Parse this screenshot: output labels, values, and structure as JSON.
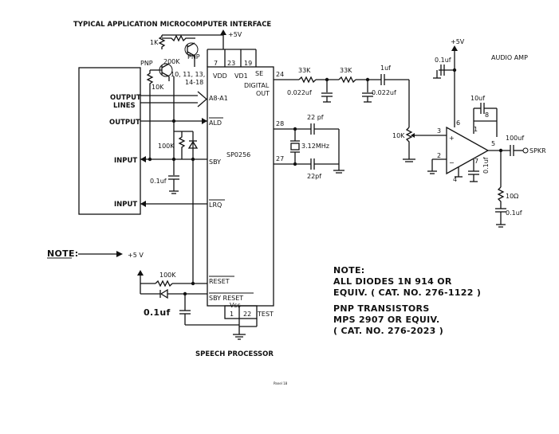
{
  "title": "TYPICAL APPLICATION MICROCOMPUTER INTERFACE",
  "supply": {
    "plus5v_top": "+5V",
    "plus5v_amp": "+5V"
  },
  "micro": {
    "output_lines": [
      "OUTPUT",
      "LINES"
    ],
    "output": "OUTPUT",
    "input1": "INPUT",
    "input2": "INPUT"
  },
  "chip": {
    "name": "SP0256",
    "pins_top": [
      "7",
      "23",
      "19"
    ],
    "pin_labels_top": [
      "VDD",
      "VD1",
      "SE"
    ],
    "pin_group": [
      "10, 11, 13,",
      "14-18"
    ],
    "a_bus": "A8-A1",
    "ald": "ALD",
    "sby": "SBY",
    "lrq": "LRQ",
    "reset": "RESET",
    "sby_reset": "SBY RESET",
    "vss": "Vss",
    "test": "TEST",
    "digital_out": [
      "DIGITAL",
      "OUT"
    ],
    "pin24": "24",
    "pin28": "28",
    "pin27": "27",
    "pin1": "1",
    "pin22": "22",
    "caption": "SPEECH PROCESSOR"
  },
  "parts": {
    "r_1k": "1K",
    "r_200k": "200K",
    "r_10k": "10K",
    "pnp1": "PNP",
    "pnp2": "PNP",
    "r_100k_a": "100K",
    "c_01_a": "0.1uf",
    "r_100k_b": "100K",
    "c_01_b": "0.1uf",
    "r_33k_1": "33K",
    "r_33k_2": "33K",
    "c_0022_1": "0.022uf",
    "c_0022_2": "0.022uf",
    "c_1uf": "1uf",
    "c_22pf_1": "22 pf",
    "c_22pf_2": "22pf",
    "xtal": "3.12MHz",
    "pot_10k": "10K"
  },
  "amp": {
    "title": "AUDIO AMP",
    "c_01": "0.1uf",
    "c_10uf": "10uf",
    "c_100uf": "100uf",
    "speaker": "SPKR",
    "r_10": "10Ω",
    "c_01_out": "0.1uf",
    "c_01_pin7": "0.1uf",
    "pins": [
      "3",
      "6",
      "1",
      "8",
      "5",
      "2",
      "4",
      "7"
    ],
    "plus": "+",
    "minus": "−"
  },
  "note_arrow": {
    "label": "NOTE:",
    "value": "+5 V"
  },
  "notes": [
    "NOTE:",
    "ALL DIODES 1N 914 OR",
    "EQUIV. ( CAT. NO. 276-1122 )",
    "PNP TRANSISTORS",
    "MPS 2907 OR EQUIV.",
    "( CAT. NO. 276-2023 )"
  ],
  "footer": "Panel 18"
}
